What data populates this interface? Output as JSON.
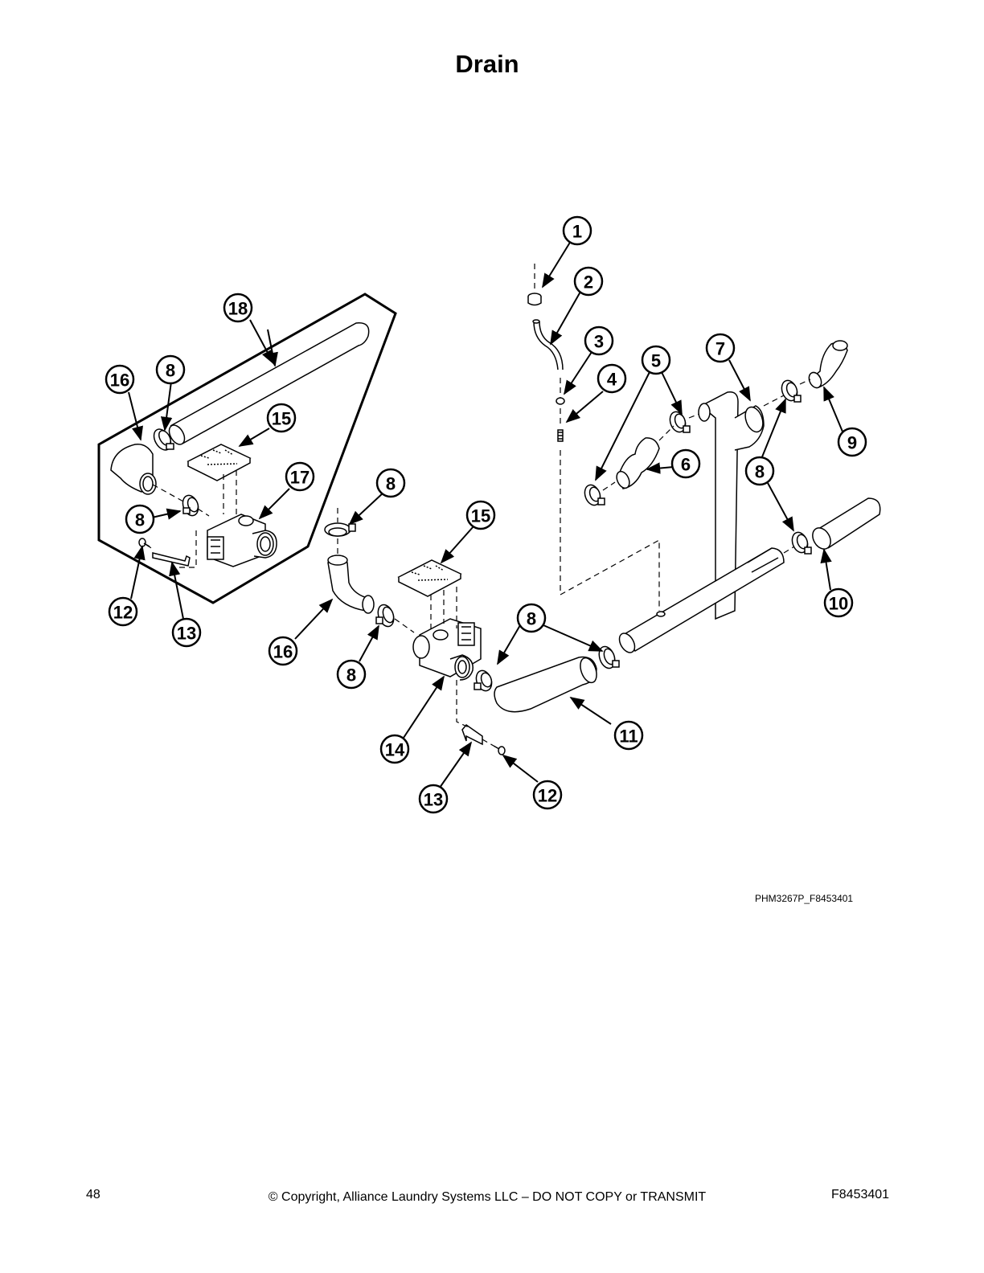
{
  "page": {
    "title": "Drain",
    "figure_id": "PHM3267P_F8453401",
    "page_number": "48",
    "copyright": "© Copyright, Alliance Laundry Systems LLC – DO NOT COPY or TRANSMIT",
    "doc_number": "F8453401"
  },
  "callouts": [
    "1",
    "2",
    "3",
    "4",
    "5",
    "6",
    "7",
    "8",
    "9",
    "10",
    "11",
    "12",
    "13",
    "14",
    "15",
    "16",
    "17",
    "18"
  ]
}
